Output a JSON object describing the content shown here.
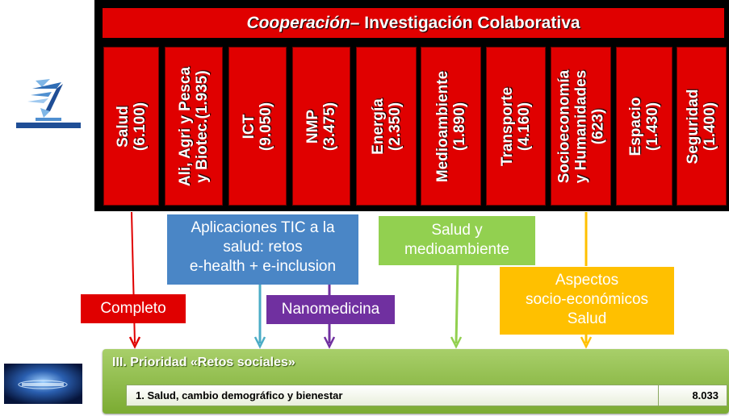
{
  "header": {
    "title_italic": "Cooperación",
    "title_rest": " – Investigación Colaborativa"
  },
  "columns": [
    {
      "lines": [
        "Salud",
        "(6.100)"
      ]
    },
    {
      "lines": [
        "Ali, Agri y Pesca",
        "y Biotec.(1.935)"
      ]
    },
    {
      "lines": [
        "ICT",
        "(9.050)"
      ]
    },
    {
      "lines": [
        "NMP",
        "(3.475)"
      ]
    },
    {
      "lines": [
        "Energía",
        "(2.350)"
      ]
    },
    {
      "lines": [
        "Medioambiente",
        "(1.890)"
      ]
    },
    {
      "lines": [
        "Transporte",
        "(4.160)"
      ]
    },
    {
      "lines": [
        "Socioeconomía",
        "y Humanidades",
        "(623)"
      ]
    },
    {
      "lines": [
        "Espacio",
        "(1.430)"
      ]
    },
    {
      "lines": [
        "Seguridad",
        "(1.400)"
      ]
    }
  ],
  "boxes": {
    "tic": {
      "lines": [
        "Aplicaciones TIC a la",
        "salud: retos",
        "e-health + e-inclusion"
      ],
      "color": "#4a86c6"
    },
    "salud_medio": {
      "lines": [
        "Salud y",
        "medioambiente"
      ],
      "color": "#92d050"
    },
    "aspectos": {
      "lines": [
        "Aspectos",
        "socio-económicos",
        "Salud"
      ],
      "color": "#ffc000"
    },
    "completo": {
      "label": "Completo",
      "color": "#e00000"
    },
    "nano": {
      "label": "Nanomedicina",
      "color": "#7030a0"
    }
  },
  "priority": {
    "title": "III. Prioridad «Retos sociales»",
    "row_label": "1. Salud, cambio demográfico y bienestar",
    "row_value": "8.033",
    "color": "#92c050"
  },
  "logos": {
    "fp7": "fp7-logo",
    "horizon": "horizon-2020-logo"
  }
}
